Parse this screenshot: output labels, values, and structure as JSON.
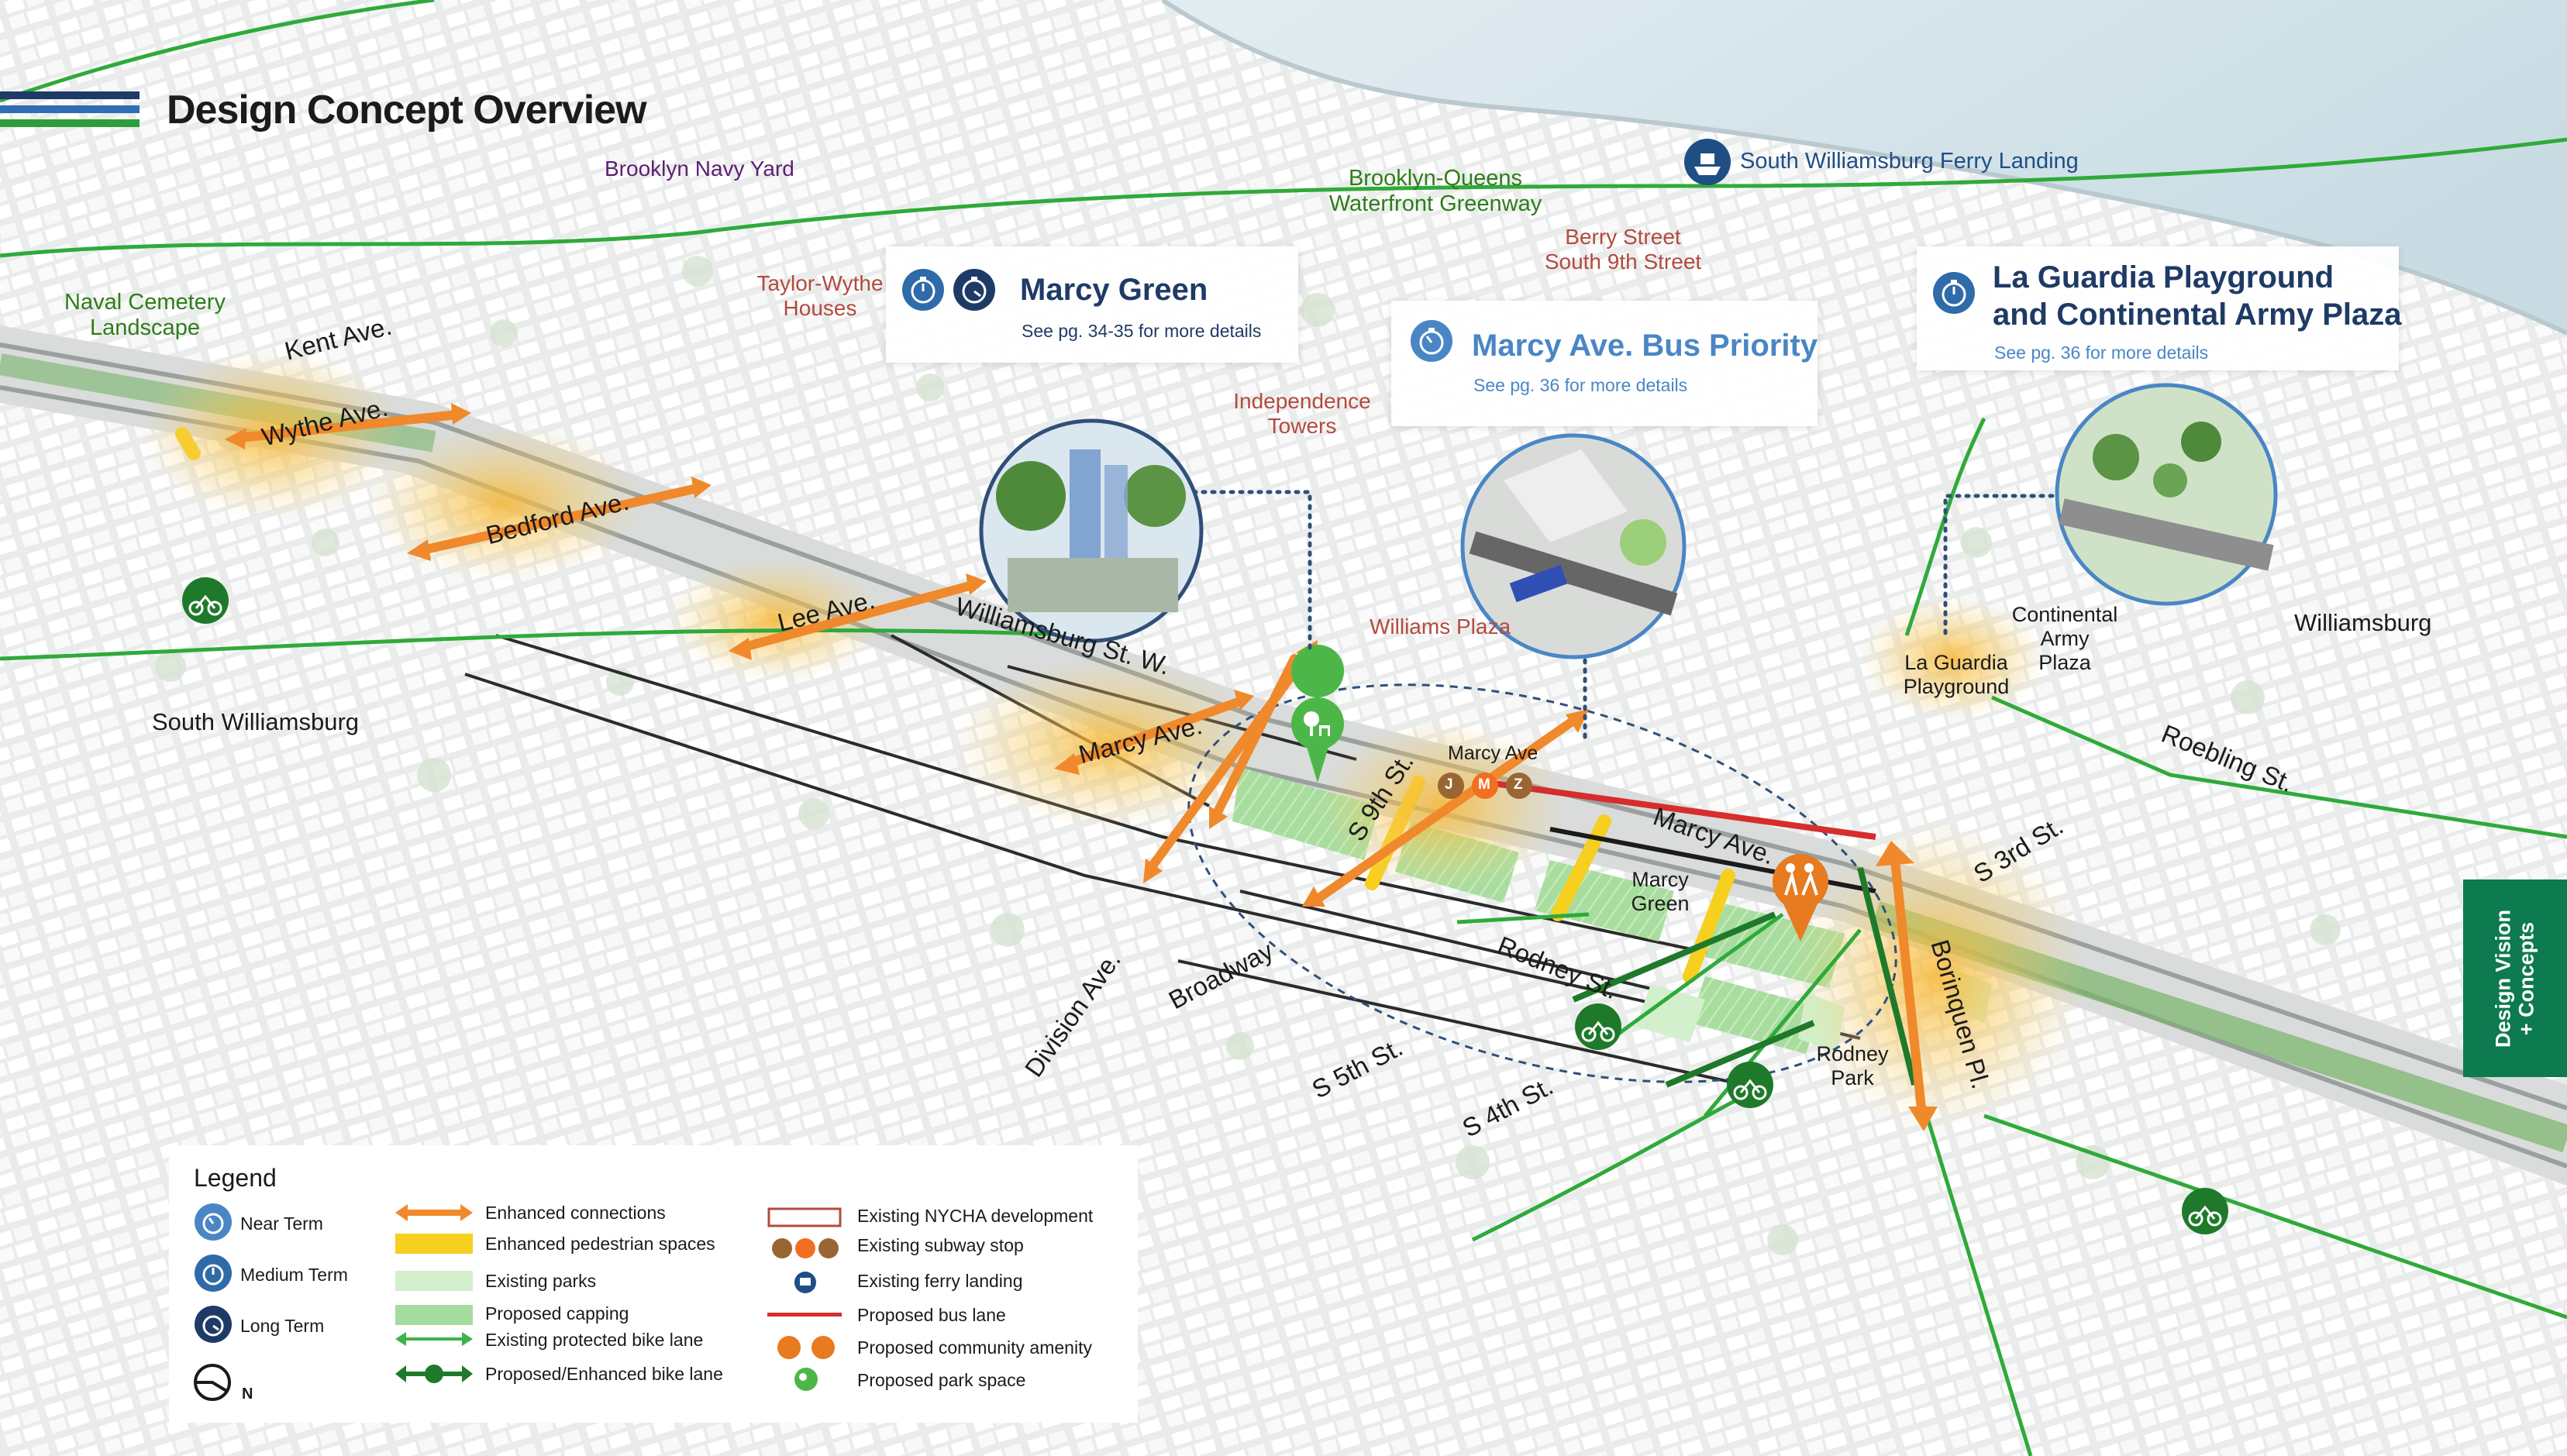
{
  "header": {
    "title": "Design Concept Overview",
    "flag_colors": [
      "#1f3a66",
      "#2f6db5",
      "#2e9d3b"
    ]
  },
  "colors": {
    "greenway": "#2faa3a",
    "connections": "#f0892b",
    "pedestrian": "#f7cf1f",
    "parks": "#d2f0cc",
    "capping": "#a6dba0",
    "bus_lane": "#d62d2d",
    "nycha": "#b34a3f",
    "near_term": "#4a86c5",
    "medium_term": "#2f6ba8",
    "long_term": "#1f3a66",
    "side_tab": "#0d7a50"
  },
  "map": {
    "navy_yard": "Brooklyn Navy Yard",
    "greenway": "Brooklyn-Queens\nWaterfront Greenway",
    "ferry_landing": "South Williamsburg Ferry Landing",
    "naval_cemetery": "Naval Cemetery\nLandscape",
    "taylor_wythe": "Taylor-Wythe\nHouses",
    "berry_street": "Berry Street\nSouth 9th Street",
    "independence": "Independence\nTowers",
    "williams_plaza": "Williams Plaza",
    "south_williamsburg": "South Williamsburg",
    "williamsburg": "Williamsburg",
    "la_guardia": "La Guardia\nPlayground",
    "continental": "Continental\nArmy\nPlaza",
    "marcy_green": "Marcy\nGreen",
    "rodney_park": "Rodney\nPark",
    "marcy_station": "Marcy Ave",
    "streets": {
      "kent": "Kent Ave.",
      "wythe": "Wythe Ave.",
      "bedford": "Bedford Ave.",
      "lee": "Lee Ave.",
      "williamsburg_w": "Williamsburg St. W.",
      "marcy1": "Marcy Ave.",
      "marcy2": "Marcy Ave.",
      "s9th": "S 9th St.",
      "division": "Division Ave.",
      "broadway": "Broadway",
      "s5th": "S 5th St.",
      "s4th": "S 4th St.",
      "rodney": "Rodney St.",
      "borinquen": "Borinquen Pl.",
      "s3rd": "S 3rd St.",
      "roebling": "Roebling St."
    }
  },
  "subway_lines": [
    "J",
    "M",
    "Z"
  ],
  "callouts": [
    {
      "title": "Marcy Green",
      "subtitle": "See pg. 34-35 for more details"
    },
    {
      "title": "Marcy Ave. Bus Priority",
      "subtitle": "See pg. 36 for more details"
    },
    {
      "title": "La Guardia Playground\nand Continental Army Plaza",
      "subtitle": "See pg. 36 for more details"
    }
  ],
  "legend": {
    "title": "Legend",
    "terms": [
      "Near Term",
      "Medium Term",
      "Long Term"
    ],
    "north": "N",
    "col2": [
      "Enhanced connections",
      "Enhanced pedestrian spaces",
      "Existing parks",
      "Proposed capping",
      "Existing protected bike lane",
      "Proposed/Enhanced bike lane"
    ],
    "col3": [
      "Existing NYCHA development",
      "Existing subway stop",
      "Existing ferry landing",
      "Proposed bus lane",
      "Proposed community amenity",
      "Proposed park space"
    ]
  },
  "side_tab": "Design Vision\n+ Concepts"
}
